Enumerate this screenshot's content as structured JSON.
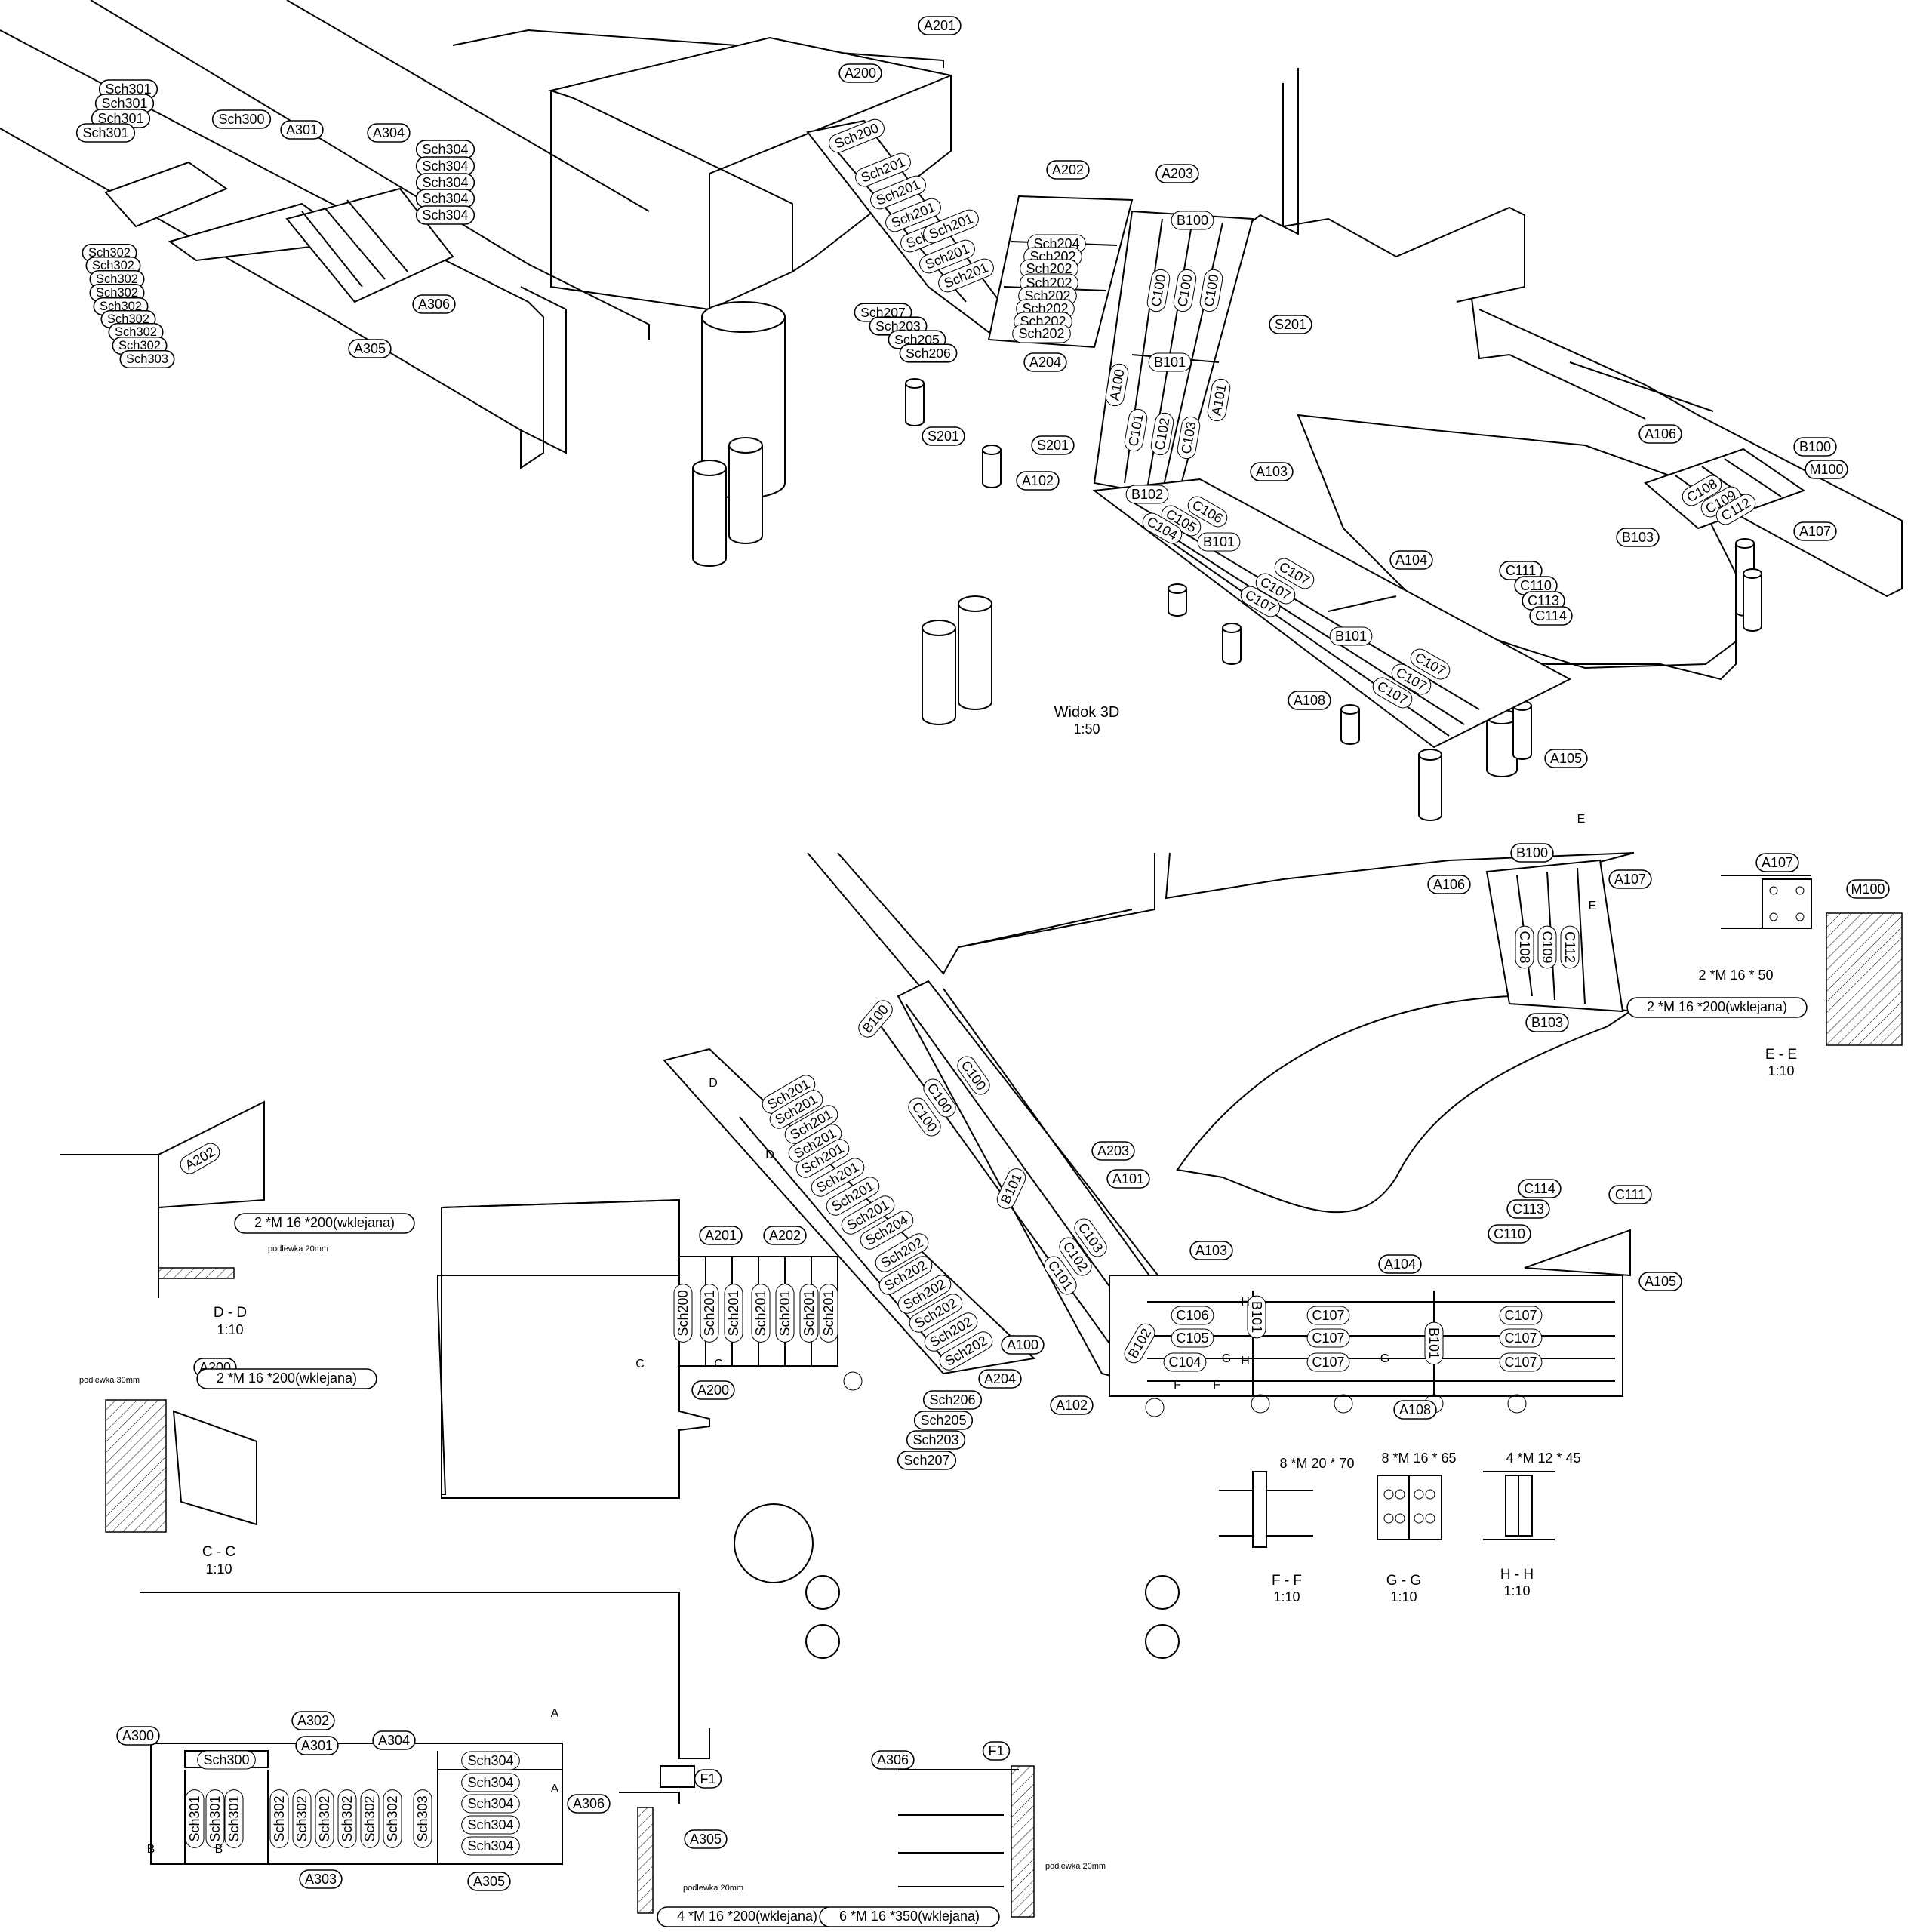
{
  "views": {
    "view_3d": {
      "title": "Widok 3D",
      "scale": "1:50"
    },
    "plan": {
      "title": "Rzut"
    },
    "section_dd": {
      "title": "D - D",
      "scale": "1:10"
    },
    "section_cc": {
      "title": "C - C",
      "scale": "1:10"
    },
    "section_ee": {
      "title": "E - E",
      "scale": "1:10"
    },
    "section_ff": {
      "title": "F - F",
      "scale": "1:10"
    },
    "section_gg": {
      "title": "G - G",
      "scale": "1:10"
    },
    "section_hh": {
      "title": "H - H",
      "scale": "1:10"
    }
  },
  "bolts": {
    "ee_a": "2 *M 16 * 50",
    "ee_b": "2 *M 16 *200(wklejana)",
    "dd": "2 *M 16 *200(wklejana)",
    "cc": "2 *M 16 *200(wklejana)",
    "ff": "8 *M 20 * 70",
    "gg": "8 *M 16 * 65",
    "hh": "4 *M 12 * 45",
    "a305": "4 *M 16 *200(wklejana)",
    "a306": "6 *M 16 *350(wklejana)"
  },
  "notes": {
    "podlewka_20": "podlewka 20mm",
    "podlewka_30": "podlewka 30mm"
  },
  "markers": {
    "a": "A",
    "b": "B",
    "c": "C",
    "d": "D",
    "e": "E",
    "f": "F",
    "g": "G",
    "h": "H"
  },
  "labels_3d": {
    "Sch301": "Sch301",
    "Sch300": "Sch300",
    "A301": "A301",
    "A304": "A304",
    "Sch304": "Sch304",
    "Sch302": "Sch302",
    "Sch303": "Sch303",
    "A306": "A306",
    "A305": "A305",
    "A200": "A200",
    "A201": "A201",
    "A202": "A202",
    "A203": "A203",
    "A204": "A204",
    "Sch200": "Sch200",
    "Sch201": "Sch201",
    "Sch202": "Sch202",
    "Sch203": "Sch203",
    "Sch204": "Sch204",
    "Sch205": "Sch205",
    "Sch206": "Sch206",
    "Sch207": "Sch207",
    "S201": "S201",
    "B100": "B100",
    "B101": "B101",
    "B102": "B102",
    "B103": "B103",
    "C100": "C100",
    "C101": "C101",
    "C102": "C102",
    "C103": "C103",
    "C104": "C104",
    "C105": "C105",
    "C106": "C106",
    "C107": "C107",
    "C108": "C108",
    "C109": "C109",
    "C110": "C110",
    "C111": "C111",
    "C112": "C112",
    "C113": "C113",
    "C114": "C114",
    "A100": "A100",
    "A101": "A101",
    "A102": "A102",
    "A103": "A103",
    "A104": "A104",
    "A105": "A105",
    "A106": "A106",
    "A107": "A107",
    "A108": "A108",
    "M100": "M100",
    "A300": "A300",
    "A302": "A302",
    "A303": "A303",
    "F1": "F1"
  }
}
